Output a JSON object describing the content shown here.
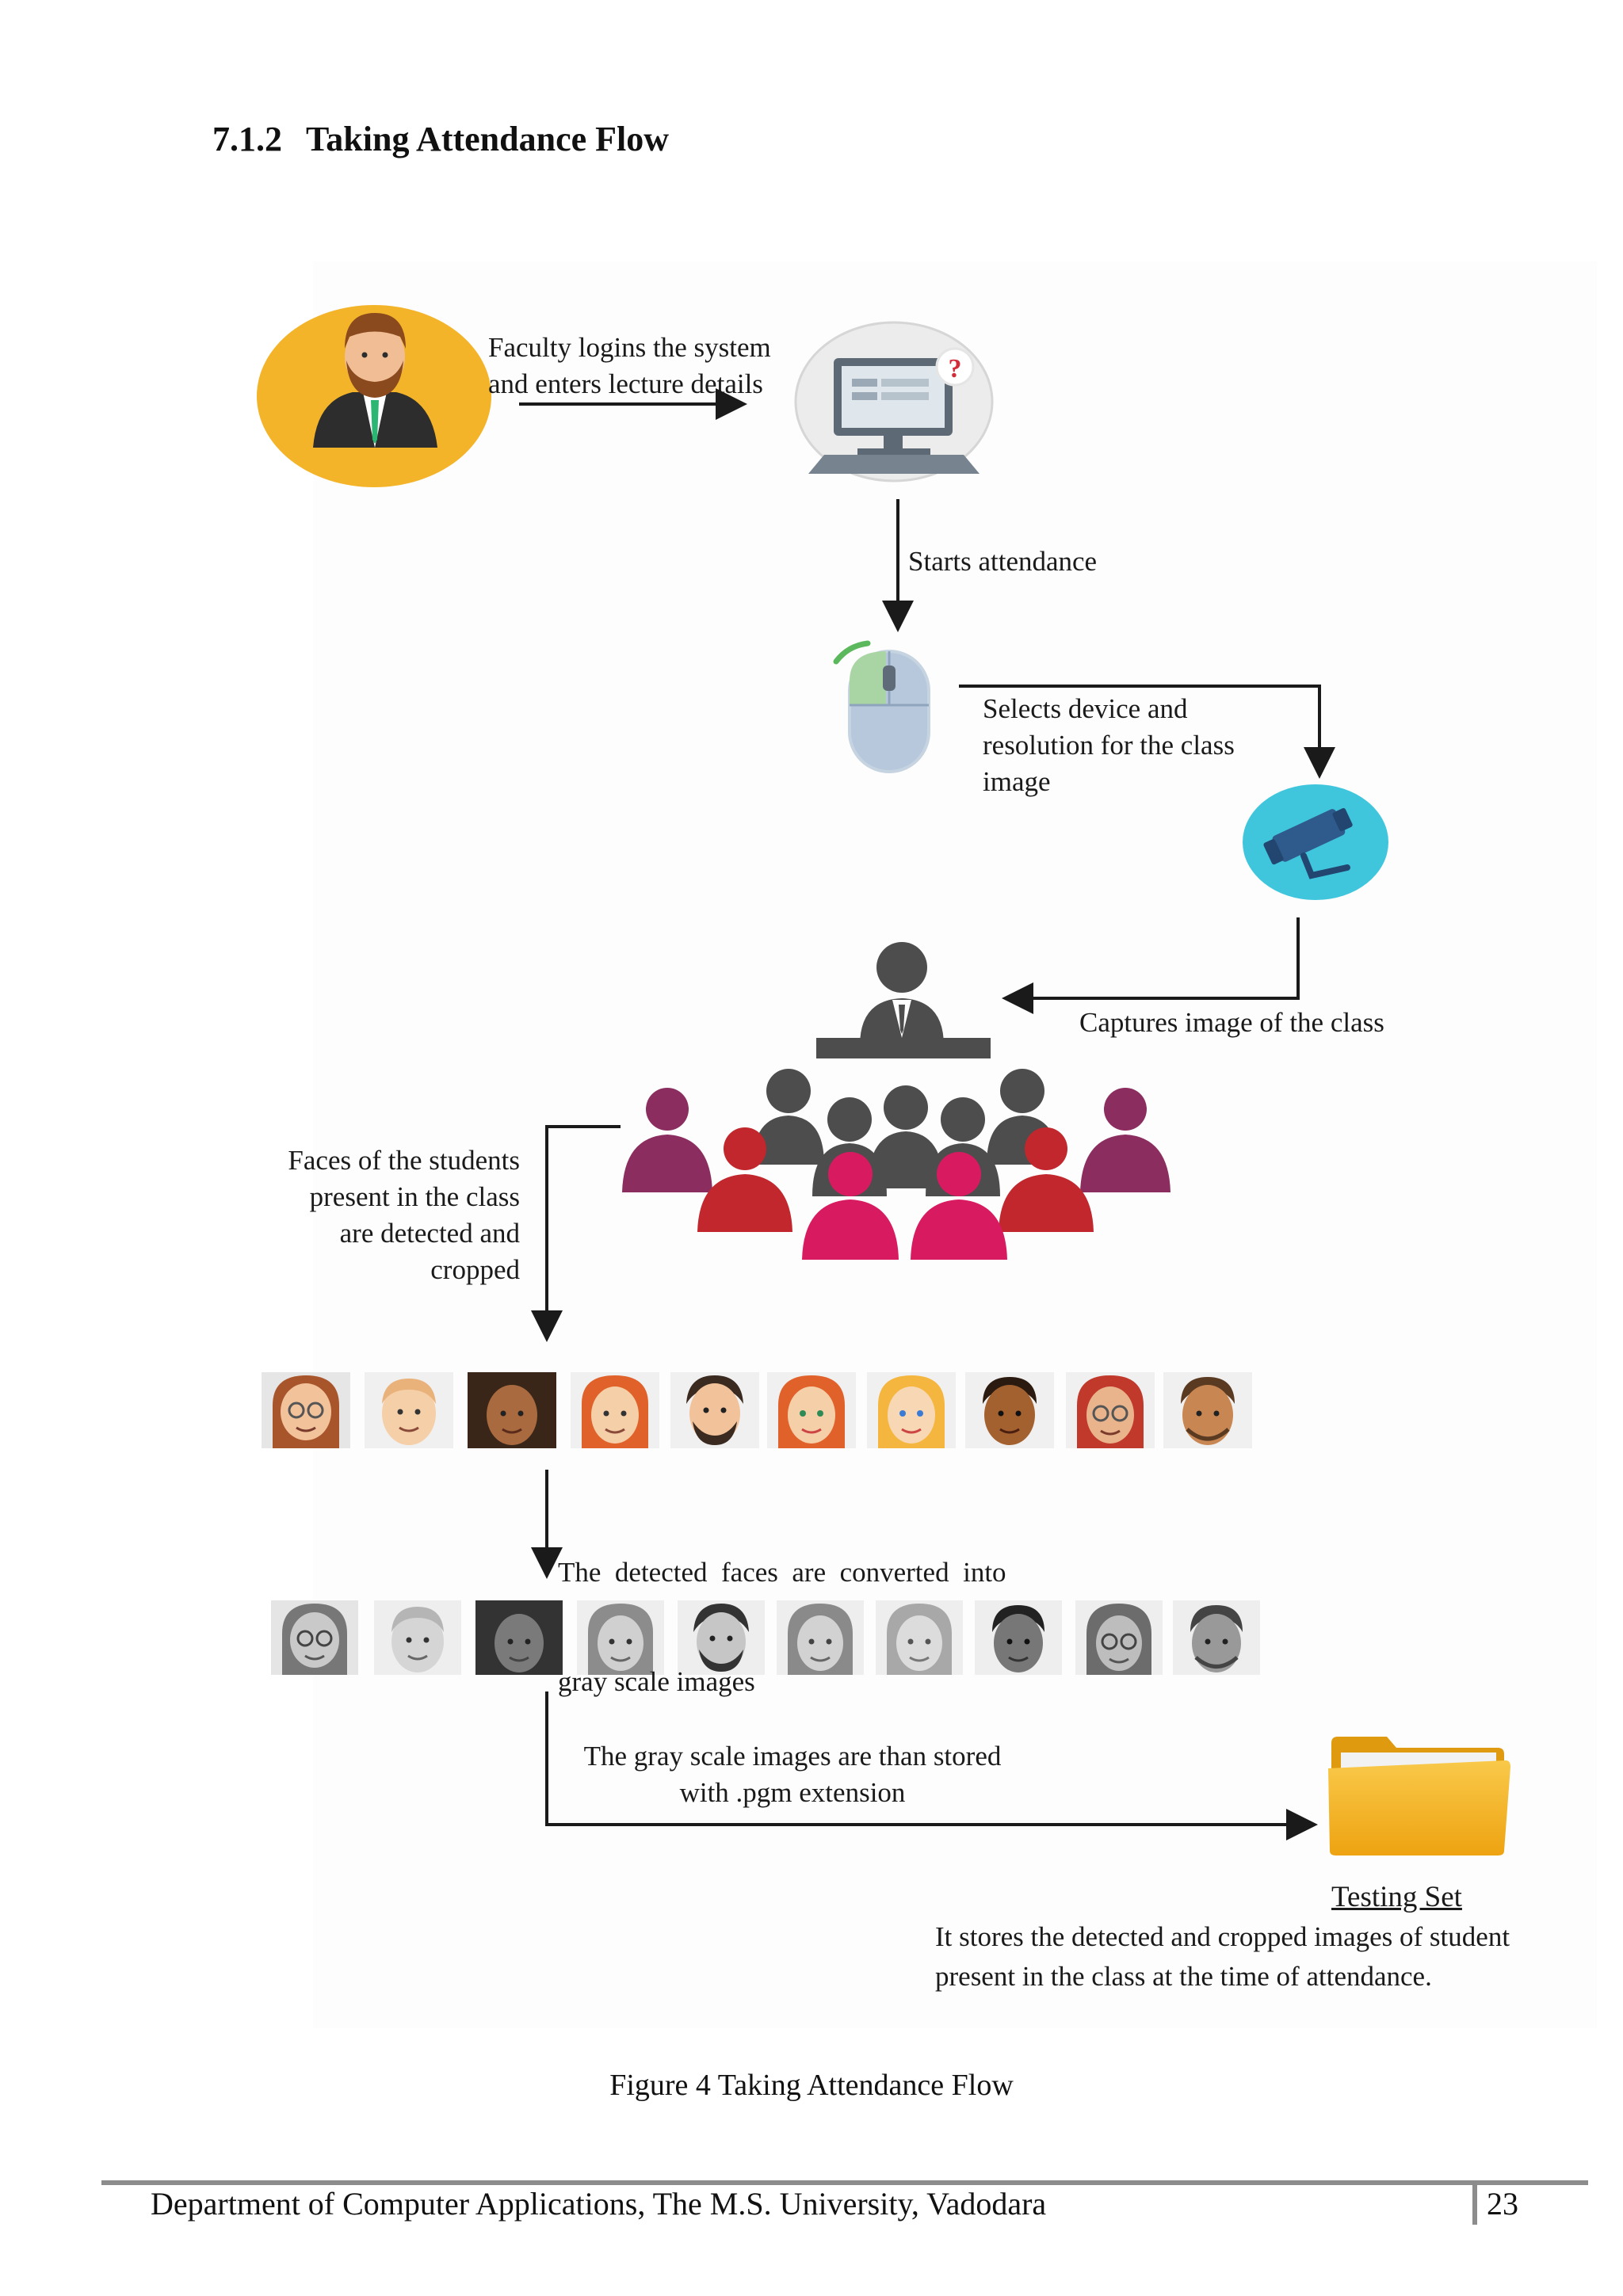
{
  "section": {
    "number": "7.1.2",
    "title": "Taking Attendance Flow"
  },
  "diagram": {
    "steps": {
      "login": [
        "Faculty logins the system",
        "and enters lecture details"
      ],
      "start": "Starts attendance",
      "select": [
        "Selects device and",
        "resolution for the class",
        "image"
      ],
      "capture": "Captures image of the class",
      "detect": [
        "Faces of the students",
        "present in the class",
        "are detected and",
        "cropped"
      ],
      "convert": [
        "The  detected  faces  are  converted  into",
        "gray scale images"
      ],
      "store": [
        "The gray scale images are than stored",
        "with .pgm extension"
      ]
    },
    "testing_set": {
      "title": "Testing Set",
      "description": [
        "It stores the detected and cropped images of student",
        "present in the class at the time of attendance."
      ]
    },
    "icons": [
      "faculty-avatar-icon",
      "computer-icon",
      "question-badge-icon",
      "mouse-icon",
      "webcam-icon",
      "classroom-icon",
      "face-icon",
      "folder-icon"
    ],
    "colors": {
      "faculty_circle": "#f3b42a",
      "webcam_circle": "#3fc6dd",
      "folder": "#f4b522",
      "arrow": "#1a1a1a"
    }
  },
  "figure_caption": "Figure 4 Taking Attendance Flow",
  "footer": {
    "department": "Department of Computer Applications, The M.S. University, Vadodara",
    "page_number": "23"
  }
}
